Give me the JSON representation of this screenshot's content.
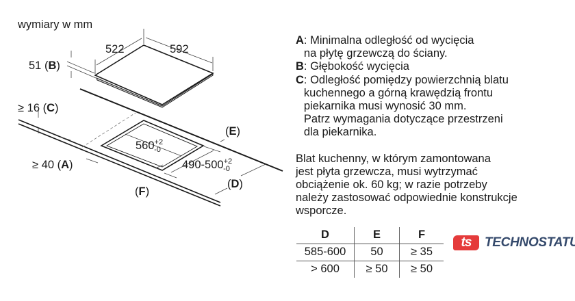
{
  "units_label": "wymiary w mm",
  "diagram": {
    "hob_depth": "522",
    "hob_width": "592",
    "hob_height": "51",
    "hob_height_ref": "B",
    "min_c": "≥ 16",
    "ref_c": "C",
    "min_a": "≥ 40",
    "ref_a": "A",
    "cutout_width": "560",
    "cutout_width_tol_plus": "+2",
    "cutout_width_tol_minus": "-0",
    "cutout_depth": "490-500",
    "cutout_depth_tol_plus": "+2",
    "cutout_depth_tol_minus": "-0",
    "ref_e": "E",
    "ref_d": "D",
    "ref_f": "F"
  },
  "notes": [
    {
      "key": "A",
      "text": ": Minimalna odległość od wycięcia\nna płytę grzewczą do ściany."
    },
    {
      "key": "B",
      "text": ": Głębokość wycięcia"
    },
    {
      "key": "C",
      "text": ": Odległość pomiędzy powierzchnią blatu\nkuchennego a górną krawędzią frontu\npiekarnika musi wynosić 30 mm.\nPatrz wymagania dotyczące przestrzeni\ndla piekarnika."
    }
  ],
  "paragraph": "Blat kuchenny, w którym zamontowana\njest płyta grzewcza, musi wytrzymać\nobciążenie ok. 60 kg; w razie potrzeby\nnależy zastosować odpowiednie konstrukcje\nwsporcze.",
  "table": {
    "headers": [
      "D",
      "E",
      "F"
    ],
    "rows": [
      [
        "585-600",
        "50",
        "≥ 35"
      ],
      [
        "> 600",
        "≥ 50",
        "≥ 50"
      ]
    ]
  },
  "logo": {
    "badge": "ts",
    "name": "TECHNOSTATUS",
    "badge_color": "#e53b3b",
    "name_color": "#34496b"
  }
}
